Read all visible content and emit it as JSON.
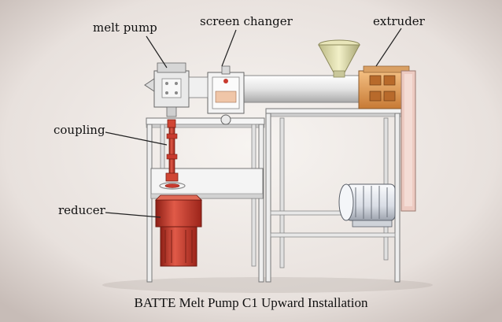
{
  "labels": {
    "melt_pump": "melt pump",
    "screen_changer": "screen changer",
    "extruder": "extruder",
    "coupling": "coupling",
    "reducer": "reducer"
  },
  "caption": "BATTE Melt Pump C1 Upward Installation",
  "colors": {
    "background_center": "#f6f2ef",
    "background_edge": "#c9c0bc",
    "frame": "#f0f0f0",
    "coupling_red": "#d0402f",
    "reducer_red": "#c8362a",
    "motor_body": "#e6e9ef",
    "extruder_heater": "#e2a060",
    "leader_line": "#222222"
  }
}
